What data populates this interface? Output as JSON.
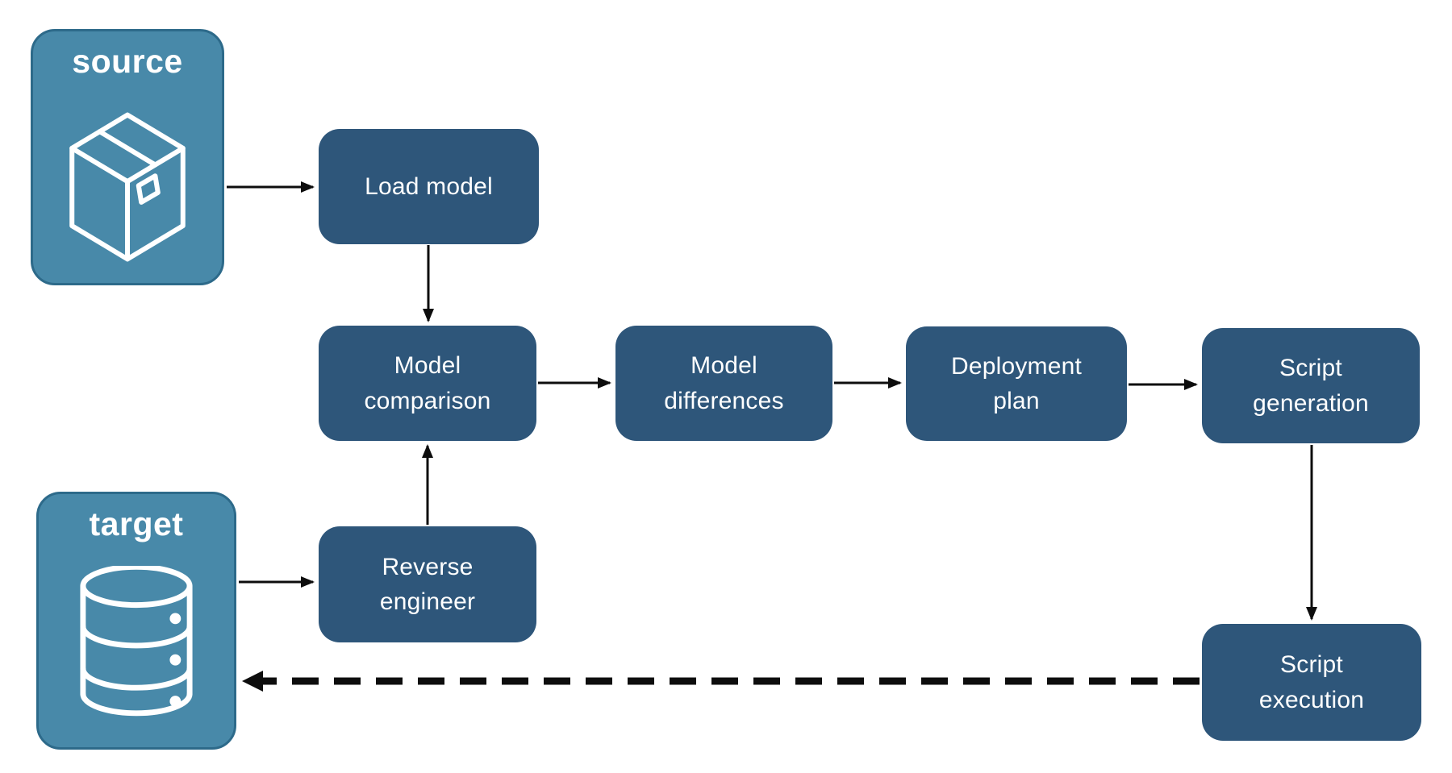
{
  "diagram": {
    "colors": {
      "background": "#ffffff",
      "process_fill": "#2E567A",
      "endpoint_fill": "#4889A9",
      "endpoint_border": "#2D6A8A",
      "label_text": "#ffffff",
      "arrow": "#0d0d0d"
    },
    "endpoints": {
      "source": {
        "label": "source",
        "icon": "package-icon"
      },
      "target": {
        "label": "target",
        "icon": "database-icon"
      }
    },
    "processes": {
      "load_model": {
        "label": "Load model"
      },
      "model_comparison": {
        "label": "Model\ncomparison"
      },
      "model_differences": {
        "label": "Model\ndifferences"
      },
      "deployment_plan": {
        "label": "Deployment\nplan"
      },
      "script_generation": {
        "label": "Script\ngeneration"
      },
      "reverse_engineer": {
        "label": "Reverse\nengineer"
      },
      "script_execution": {
        "label": "Script\nexecution"
      }
    },
    "edges": [
      {
        "from": "source",
        "to": "load_model",
        "style": "solid"
      },
      {
        "from": "load_model",
        "to": "model_comparison",
        "style": "solid"
      },
      {
        "from": "target",
        "to": "reverse_engineer",
        "style": "solid"
      },
      {
        "from": "reverse_engineer",
        "to": "model_comparison",
        "style": "solid"
      },
      {
        "from": "model_comparison",
        "to": "model_differences",
        "style": "solid"
      },
      {
        "from": "model_differences",
        "to": "deployment_plan",
        "style": "solid"
      },
      {
        "from": "deployment_plan",
        "to": "script_generation",
        "style": "solid"
      },
      {
        "from": "script_generation",
        "to": "script_execution",
        "style": "solid"
      },
      {
        "from": "script_execution",
        "to": "target",
        "style": "dashed"
      }
    ]
  }
}
